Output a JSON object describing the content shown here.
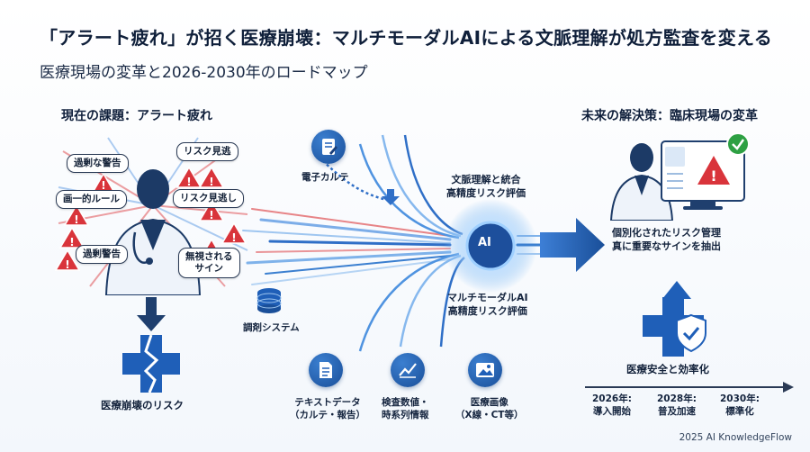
{
  "header": {
    "title": "「アラート疲れ」が招く医療崩壊：マルチモーダルAIによる文脈理解が処方監査を変える",
    "subtitle": "医療現場の変革と2026-2030年のロードマップ"
  },
  "left": {
    "heading": "現在の課題：アラート疲れ",
    "bubbles": [
      "過剰な警告",
      "リスク見逃",
      "画一的ルール",
      "リスク見逃し",
      "過剰警告",
      "無視される\nサイン"
    ],
    "bottom_label": "医療崩壊のリスク"
  },
  "center": {
    "inputs_top": [
      "電子カルテ",
      "調剤システム"
    ],
    "label_top": "文脈理解と統合\n高精度リスク評価",
    "ai_core": "AI",
    "label_bottom": "マルチモーダルAI\n高精度リスク評価",
    "inputs_bottom": [
      {
        "icon": "document-icon",
        "label": "テキストデータ\n（カルテ・報告）"
      },
      {
        "icon": "chart-icon",
        "label": "検査数値・\n時系列情報"
      },
      {
        "icon": "image-icon",
        "label": "医療画像\n（X線・CT等）"
      }
    ]
  },
  "right": {
    "heading": "未来の解決策：臨床現場の変革",
    "caption": "個別化されたリスク管理\n真に重要なサインを抽出",
    "safety_label": "医療安全と効率化",
    "timeline": [
      {
        "year": "2026年:",
        "label": "導入開始"
      },
      {
        "year": "2028年:",
        "label": "普及加速"
      },
      {
        "year": "2030年:",
        "label": "標準化"
      }
    ]
  },
  "footer": {
    "credit": "2025 AI KnowledgeFlow"
  },
  "colors": {
    "accent_blue": "#1f5fb8",
    "alert_red": "#d9343b",
    "navy": "#10203c",
    "check_green": "#2ea043"
  }
}
